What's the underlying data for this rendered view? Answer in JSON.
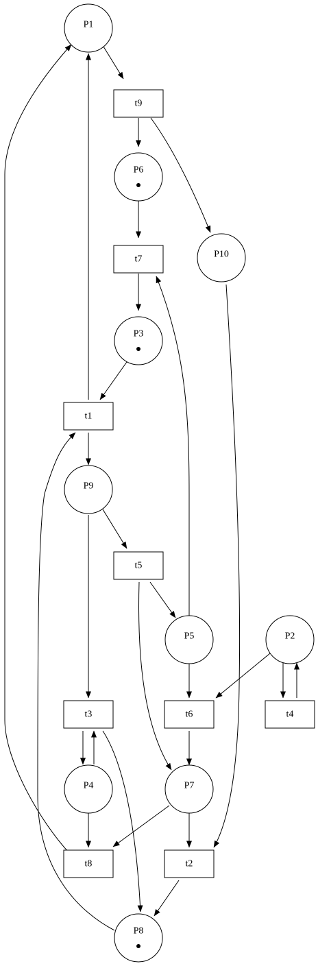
{
  "diagram": {
    "type": "petri-net",
    "places": [
      {
        "id": "P1",
        "label": "P1",
        "tokens": 0
      },
      {
        "id": "P6",
        "label": "P6",
        "tokens": 1
      },
      {
        "id": "P10",
        "label": "P10",
        "tokens": 0
      },
      {
        "id": "P3",
        "label": "P3",
        "tokens": 1
      },
      {
        "id": "P9",
        "label": "P9",
        "tokens": 0
      },
      {
        "id": "P5",
        "label": "P5",
        "tokens": 0
      },
      {
        "id": "P2",
        "label": "P2",
        "tokens": 0
      },
      {
        "id": "P4",
        "label": "P4",
        "tokens": 0
      },
      {
        "id": "P7",
        "label": "P7",
        "tokens": 0
      },
      {
        "id": "P8",
        "label": "P8",
        "tokens": 1
      }
    ],
    "transitions": [
      {
        "id": "t9",
        "label": "t9"
      },
      {
        "id": "t7",
        "label": "t7"
      },
      {
        "id": "t1",
        "label": "t1"
      },
      {
        "id": "t5",
        "label": "t5"
      },
      {
        "id": "t3",
        "label": "t3"
      },
      {
        "id": "t6",
        "label": "t6"
      },
      {
        "id": "t4",
        "label": "t4"
      },
      {
        "id": "t8",
        "label": "t8"
      },
      {
        "id": "t2",
        "label": "t2"
      }
    ],
    "arcs": [
      {
        "from": "P1",
        "to": "t9"
      },
      {
        "from": "t9",
        "to": "P6"
      },
      {
        "from": "t9",
        "to": "P10"
      },
      {
        "from": "P6",
        "to": "t7"
      },
      {
        "from": "t7",
        "to": "P3"
      },
      {
        "from": "P3",
        "to": "t1"
      },
      {
        "from": "t1",
        "to": "P1"
      },
      {
        "from": "t1",
        "to": "P9"
      },
      {
        "from": "P9",
        "to": "t5"
      },
      {
        "from": "P9",
        "to": "t3"
      },
      {
        "from": "t5",
        "to": "P5"
      },
      {
        "from": "t5",
        "to": "P7"
      },
      {
        "from": "P5",
        "to": "t7"
      },
      {
        "from": "P5",
        "to": "t6"
      },
      {
        "from": "P2",
        "to": "t6"
      },
      {
        "from": "P2",
        "to": "t4"
      },
      {
        "from": "t4",
        "to": "P2"
      },
      {
        "from": "t3",
        "to": "P4"
      },
      {
        "from": "P4",
        "to": "t3"
      },
      {
        "from": "t3",
        "to": "P8"
      },
      {
        "from": "t6",
        "to": "P7"
      },
      {
        "from": "P4",
        "to": "t8"
      },
      {
        "from": "P7",
        "to": "t8"
      },
      {
        "from": "P7",
        "to": "t2"
      },
      {
        "from": "P10",
        "to": "t2"
      },
      {
        "from": "t2",
        "to": "P8"
      },
      {
        "from": "t8",
        "to": "P1"
      },
      {
        "from": "P8",
        "to": "t1"
      }
    ]
  }
}
